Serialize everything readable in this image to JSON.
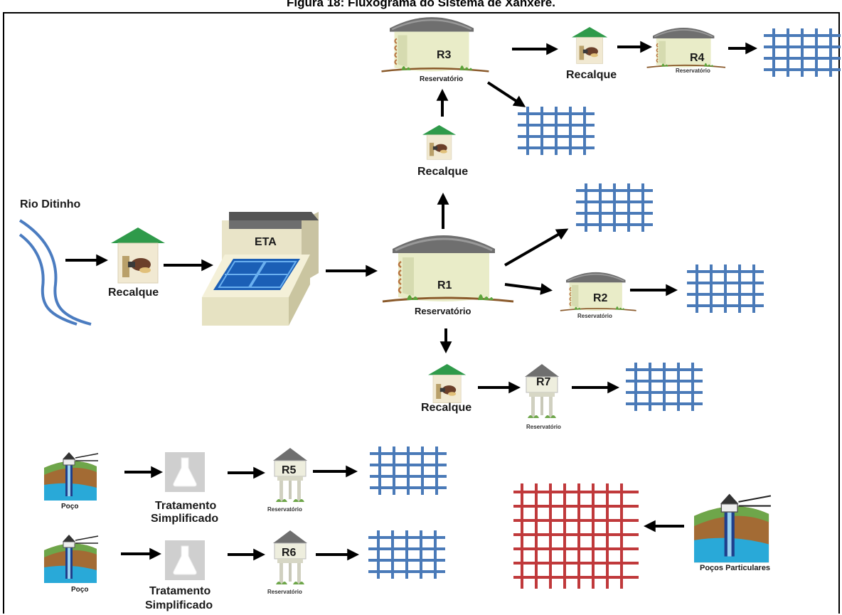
{
  "figure": {
    "caption": "Figura 18: Fluxograma do Sistema de Xanxerê."
  },
  "source": {
    "river": "Rio Ditinho"
  },
  "stations": {
    "pump_main": "Recalque",
    "eta": "ETA",
    "pump_r3": "Recalque",
    "pump_r4": "Recalque",
    "pump_r7": "Recalque"
  },
  "reservoirs": {
    "r1": {
      "name": "R1",
      "caption": "Reservatório"
    },
    "r2": {
      "name": "R2",
      "caption": "Reservatório"
    },
    "r3": {
      "name": "R3",
      "caption": "Reservatório"
    },
    "r4": {
      "name": "R4",
      "caption": "Reservatório"
    },
    "r5": {
      "name": "R5",
      "caption": "Reservatório"
    },
    "r6": {
      "name": "R6",
      "caption": "Reservatório"
    },
    "r7": {
      "name": "R7",
      "caption": "Reservatório"
    }
  },
  "wells": {
    "well1": "Poço",
    "well2": "Poço",
    "private": "Poços Particulares"
  },
  "treatment": {
    "t1": {
      "line1": "Tratamento",
      "line2": "Simplificado"
    },
    "t2": {
      "line1": "Tratamento",
      "line2": "Simplificado"
    }
  },
  "colors": {
    "grid_blue": "#4a7ab8",
    "grid_red": "#c0393b",
    "roof_green": "#2f9a4a",
    "river_blue": "#4b7cc0"
  }
}
